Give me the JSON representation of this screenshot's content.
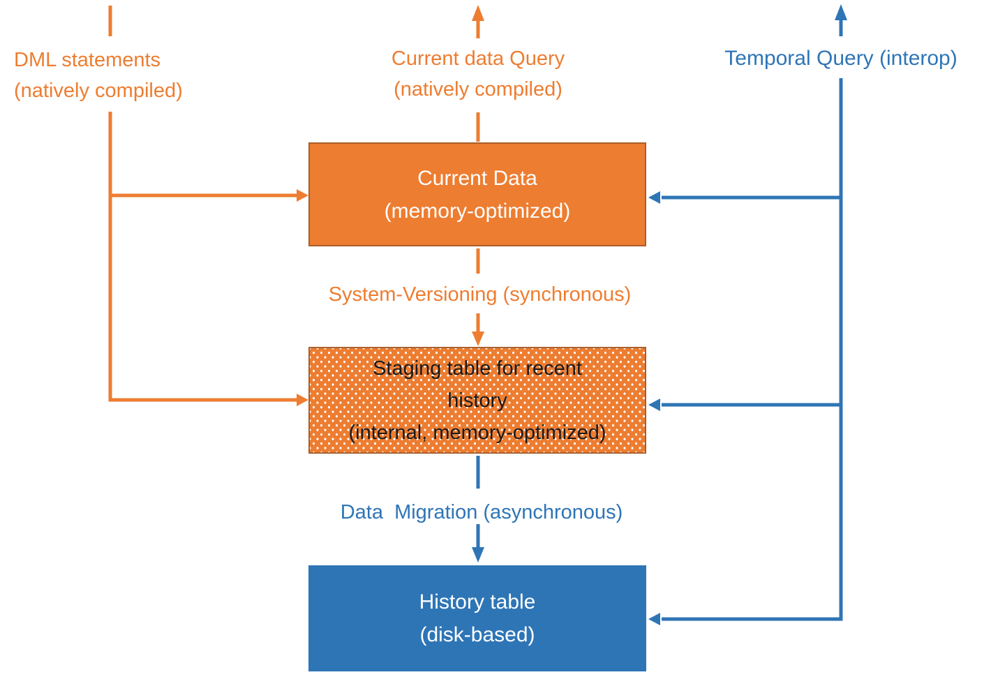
{
  "diagram": {
    "title_hint": "Temporal table with memory-optimized current table architecture",
    "labels": {
      "dml": "DML statements\n(natively compiled)",
      "current_query": "Current data Query\n(natively compiled)",
      "temporal_query": "Temporal Query (interop)",
      "system_versioning": "System-Versioning (synchronous)",
      "data_migration": "Data  Migration (asynchronous)"
    },
    "boxes": {
      "current_data": "Current Data\n(memory-optimized)",
      "staging": "Staging table for recent\nhistory\n(internal, memory-optimized)",
      "history": "History table\n(disk-based)"
    },
    "colors": {
      "orange": "#ED7D31",
      "orange_border": "#A85E29",
      "blue": "#2E75B6",
      "box_text_light": "#FFFFFF",
      "box_text_dark": "#1A1A1A"
    }
  }
}
